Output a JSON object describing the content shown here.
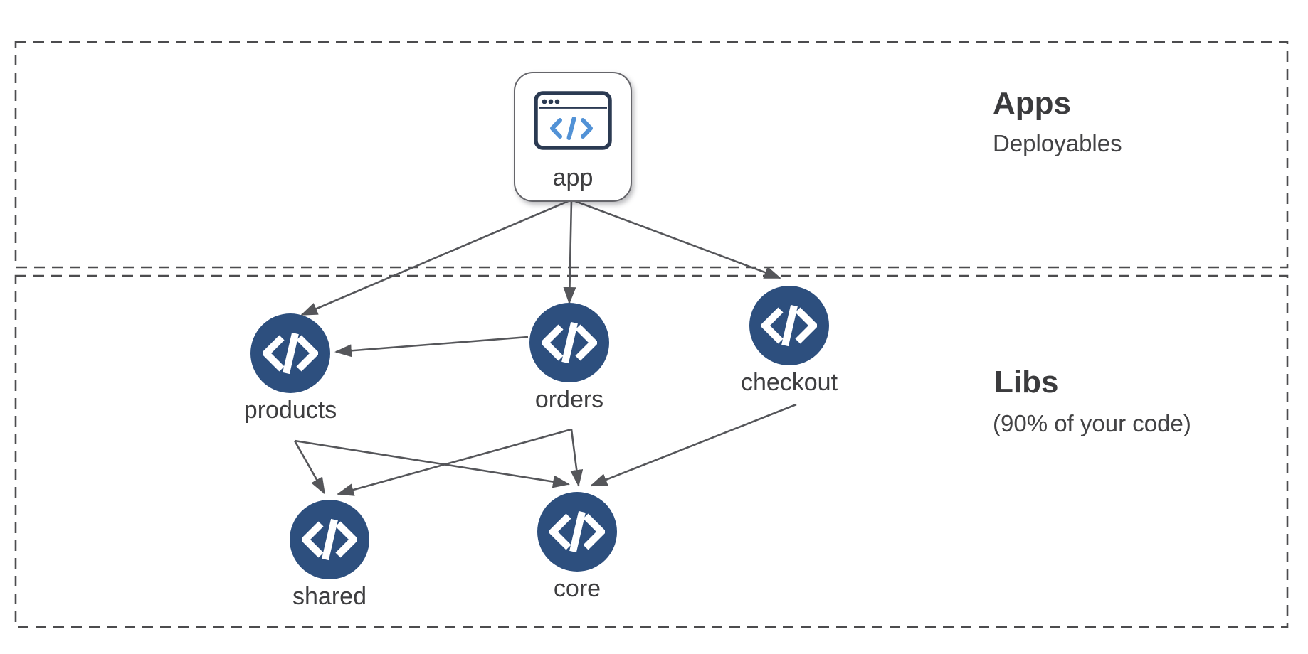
{
  "diagram": {
    "sections": [
      {
        "id": "apps",
        "title": "Apps",
        "subtitle": "Deployables"
      },
      {
        "id": "libs",
        "title": "Libs",
        "subtitle": "(90% of your code)"
      }
    ],
    "app_node": {
      "label": "app",
      "icon": "browser-code-icon"
    },
    "lib_nodes": [
      {
        "id": "products",
        "label": "products",
        "icon": "code-icon"
      },
      {
        "id": "orders",
        "label": "orders",
        "icon": "code-icon"
      },
      {
        "id": "checkout",
        "label": "checkout",
        "icon": "code-icon"
      },
      {
        "id": "shared",
        "label": "shared",
        "icon": "code-icon"
      },
      {
        "id": "core",
        "label": "core",
        "icon": "code-icon"
      }
    ],
    "edges": [
      {
        "from": "app",
        "to": "products"
      },
      {
        "from": "app",
        "to": "orders"
      },
      {
        "from": "app",
        "to": "checkout"
      },
      {
        "from": "orders",
        "to": "products"
      },
      {
        "from": "products",
        "to": "shared"
      },
      {
        "from": "products",
        "to": "core"
      },
      {
        "from": "orders",
        "to": "shared"
      },
      {
        "from": "orders",
        "to": "core"
      },
      {
        "from": "checkout",
        "to": "core"
      }
    ],
    "colors": {
      "node_fill": "#2d4f7e",
      "edge": "#55565a",
      "box_border": "#4c4c4e",
      "text": "#3e3e40",
      "app_icon_navy": "#2b3a52",
      "app_icon_blue": "#5292d6"
    }
  }
}
